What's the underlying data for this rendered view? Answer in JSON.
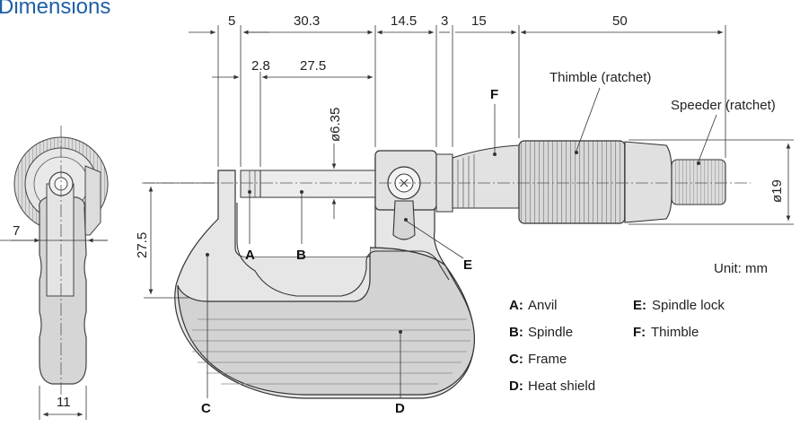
{
  "title": "Dimensions",
  "unit_label": "Unit: mm",
  "dimensions": {
    "d_5": "5",
    "d_30_3": "30.3",
    "d_14_5": "14.5",
    "d_3": "3",
    "d_15": "15",
    "d_50": "50",
    "d_2_8": "2.8",
    "d_27_5_top": "27.5",
    "d_6_35": "ø6.35",
    "d_19": "ø19",
    "d_27_5_side": "27.5",
    "d_7": "7",
    "d_11": "11"
  },
  "callouts": {
    "thimble_ratchet": "Thimble (ratchet)",
    "speeder_ratchet": "Speeder (ratchet)"
  },
  "parts": {
    "A": "A",
    "B": "B",
    "C": "C",
    "D": "D",
    "E": "E",
    "F": "F"
  },
  "legend": [
    {
      "key": "A:",
      "value": "Anvil"
    },
    {
      "key": "B:",
      "value": "Spindle"
    },
    {
      "key": "C:",
      "value": "Frame"
    },
    {
      "key": "D:",
      "value": "Heat shield"
    },
    {
      "key": "E:",
      "value": "Spindle lock"
    },
    {
      "key": "F:",
      "value": "Thimble"
    }
  ],
  "colors": {
    "title": "#1f5fa8",
    "body_fill": "#e6e6e6",
    "knurl": "#777777"
  }
}
